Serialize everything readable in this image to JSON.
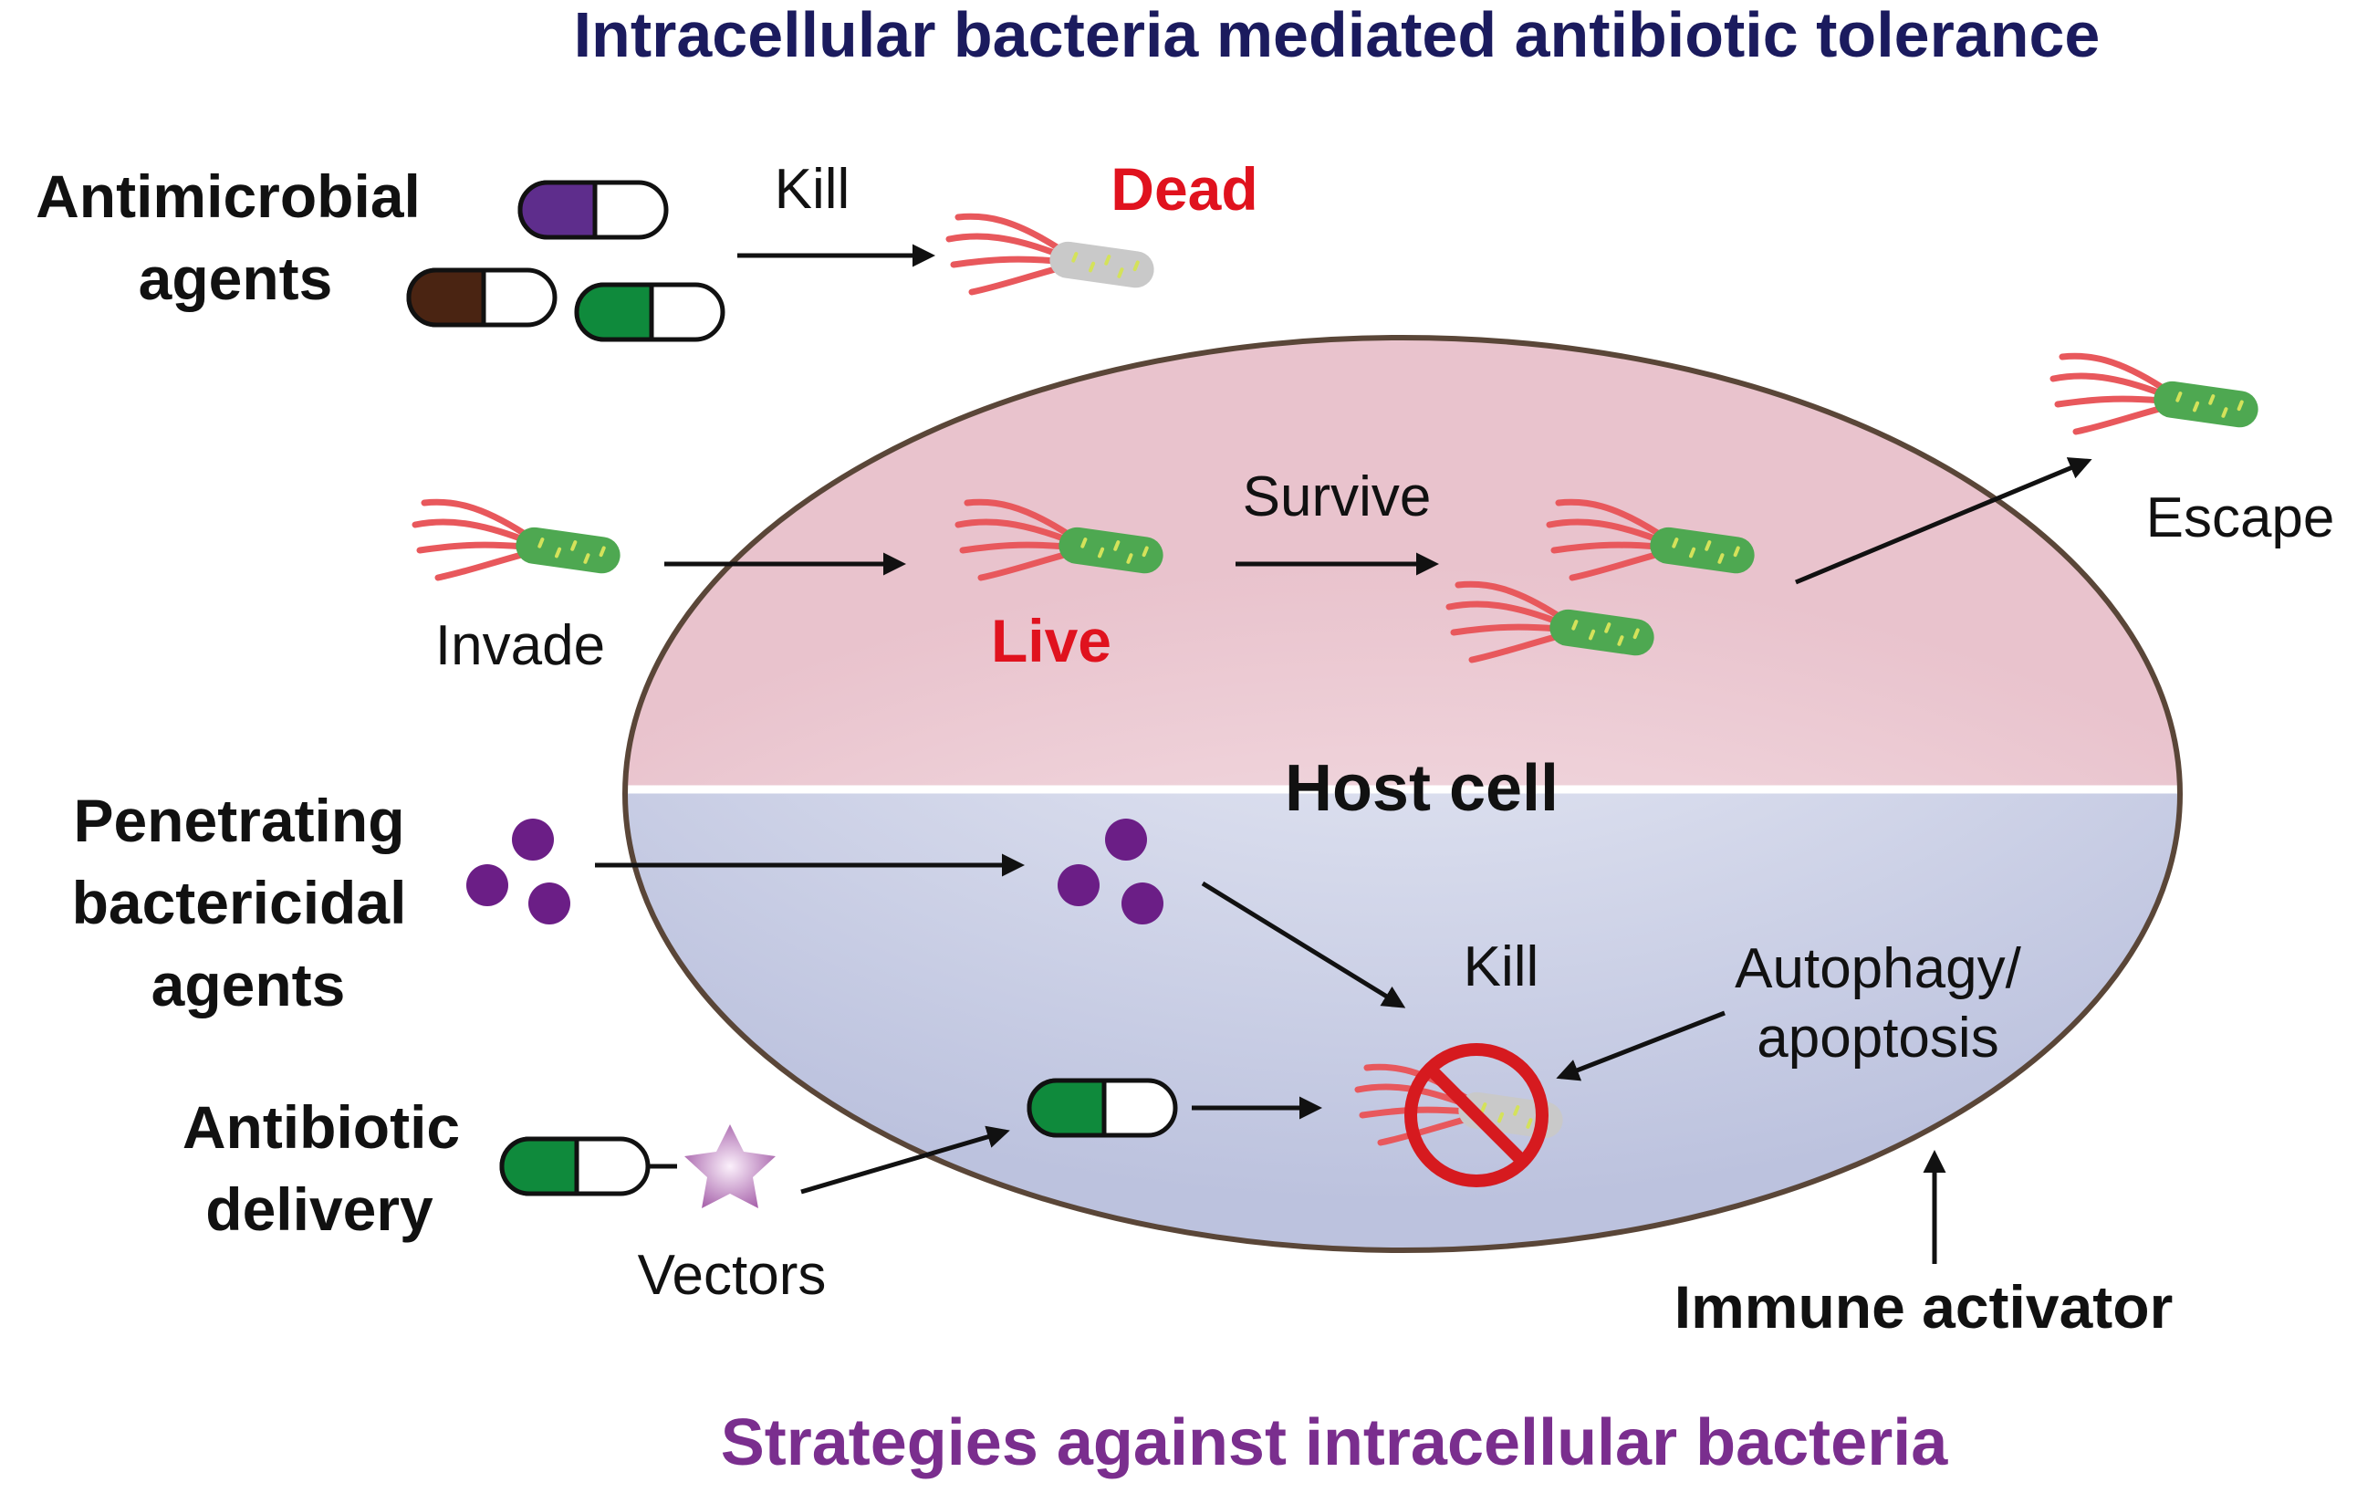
{
  "title_top": "Intracellular bacteria mediated antibiotic tolerance",
  "title_bottom": "Strategies against intracellular bacteria",
  "antimicrobial": {
    "line1": "Antimicrobial",
    "line2": "agents"
  },
  "kill_top": "Kill",
  "dead": "Dead",
  "invade": "Invade",
  "live": "Live",
  "survive": "Survive",
  "escape": "Escape",
  "host_cell": "Host cell",
  "penetrating": {
    "line1": "Penetrating",
    "line2": "bactericidal",
    "line3": "agents"
  },
  "kill_bottom": "Kill",
  "autophagy": {
    "line1": "Autophagy/",
    "line2": "apoptosis"
  },
  "antibiotic_delivery": {
    "line1": "Antibiotic",
    "line2": "delivery"
  },
  "vectors": "Vectors",
  "immune_activator": "Immune activator",
  "colors": {
    "title_top": "#1b1b5e",
    "title_bottom": "#7a2e8e",
    "red_label": "#e0121e",
    "upper_cell": "#ecc7d1",
    "lower_cell": "#c0c5e0",
    "cell_outline": "#5a4638",
    "bacterium_body": "#4ea851",
    "bacterium_spots": "#d4e25a",
    "flagella": "#e8585c",
    "dead_body": "#c9c9c9",
    "pill_purple": "#5e2d8c",
    "pill_brown": "#4a2412",
    "pill_green": "#0f8a3c",
    "dot_purple": "#6b1e86",
    "no_sign": "#d61a1f",
    "star": "#b57ab8"
  }
}
